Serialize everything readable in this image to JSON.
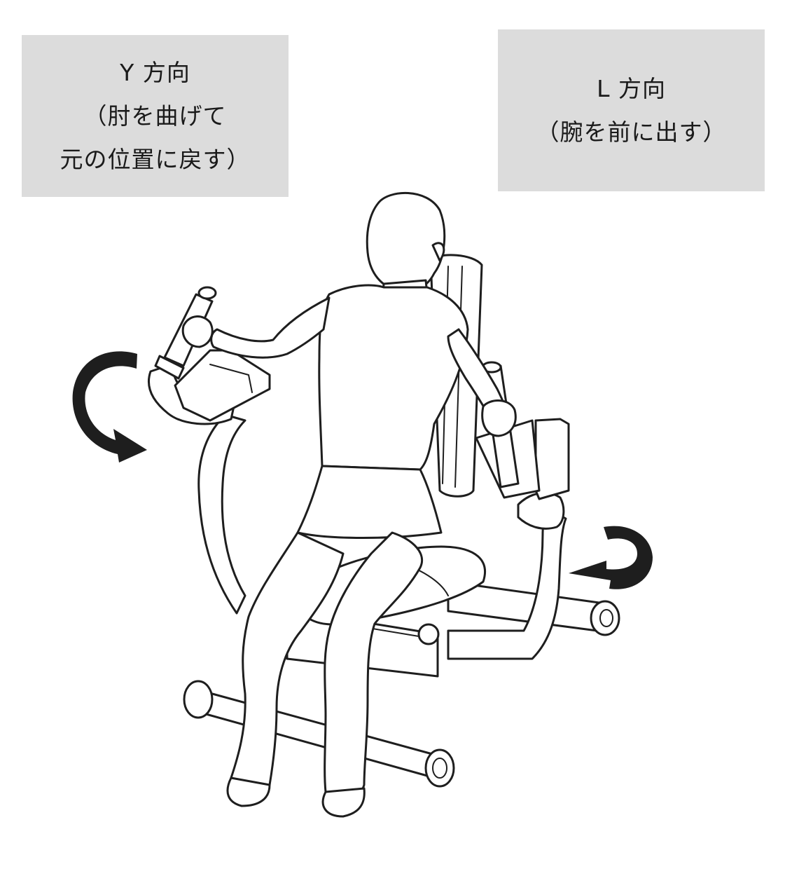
{
  "labels": {
    "y_direction": {
      "lines": [
        "Y 方向",
        "（肘を曲げて",
        "元の位置に戻す）"
      ]
    },
    "l_direction": {
      "lines": [
        "L 方向",
        "（腕を前に出す）"
      ]
    }
  },
  "colors": {
    "label_background": "#dcdcdc",
    "line": "#1e1e1e",
    "arrow": "#1e1e1e"
  },
  "icons": {
    "left_arrow": "curved-arrow-counterclockwise",
    "right_arrow": "curved-arrow-clockwise"
  }
}
